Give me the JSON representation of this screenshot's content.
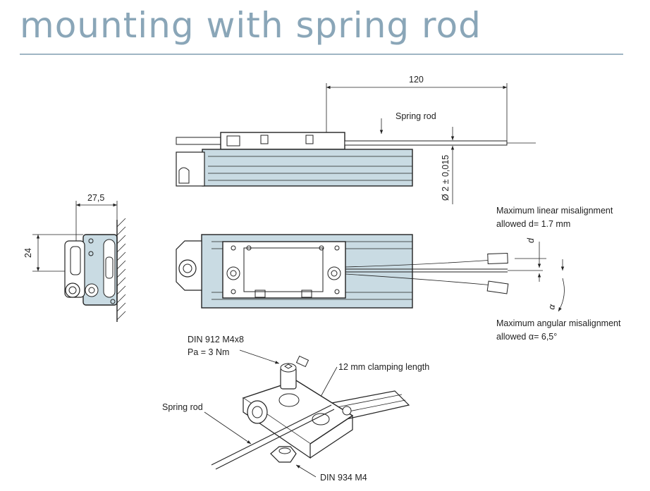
{
  "title": "mounting with spring rod",
  "labels": {
    "dim_120": "120",
    "spring_rod_top": "Spring rod",
    "diameter": "Ø 2 ± 0,015",
    "dim_27_5": "27,5",
    "dim_24": "24",
    "lin_mis_1": "Maximum linear misalignment",
    "lin_mis_2": "allowed d= 1.7 mm",
    "d_symbol": "d",
    "alpha_symbol": "α",
    "ang_mis_1": "Maximum angular misalignment",
    "ang_mis_2": "allowed α= 6,5°",
    "din912_1": "DIN 912 M4x8",
    "din912_2": "Pa = 3 Nm",
    "clamping": "12 mm clamping length",
    "spring_rod_bottom": "Spring rod",
    "din934": "DIN 934 M4"
  },
  "colors": {
    "title": "#8aa6b8",
    "rule": "#9fb5c4",
    "profile_fill": "#c9dbe3",
    "part_fill": "#dde6ea",
    "line": "#222222"
  }
}
